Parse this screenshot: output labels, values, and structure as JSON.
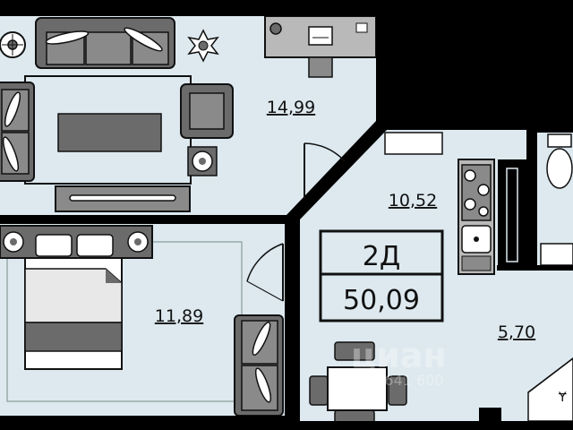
{
  "colors": {
    "wall": "#000000",
    "floor": "#dde9ef",
    "furniture": "#6b6b6b",
    "furniture_light": "#b9b9b9",
    "line": "#111111"
  },
  "apartment": {
    "type_label": "2Д",
    "total_area": "50,09"
  },
  "rooms": {
    "living_area": "14,99",
    "bedroom_area": "11,89",
    "kitchen_area": "10,52",
    "bathroom_area": "5,70"
  },
  "watermark": {
    "brand": "циан",
    "id_text": "ID 3   641 600"
  },
  "icons": [
    "fan-icon",
    "plant-icon",
    "monitor-icon",
    "sofa-icon",
    "armchair-icon",
    "tv-stand-icon",
    "bed-icon",
    "stove-icon",
    "sink-icon",
    "toilet-icon",
    "dining-table-icon"
  ]
}
